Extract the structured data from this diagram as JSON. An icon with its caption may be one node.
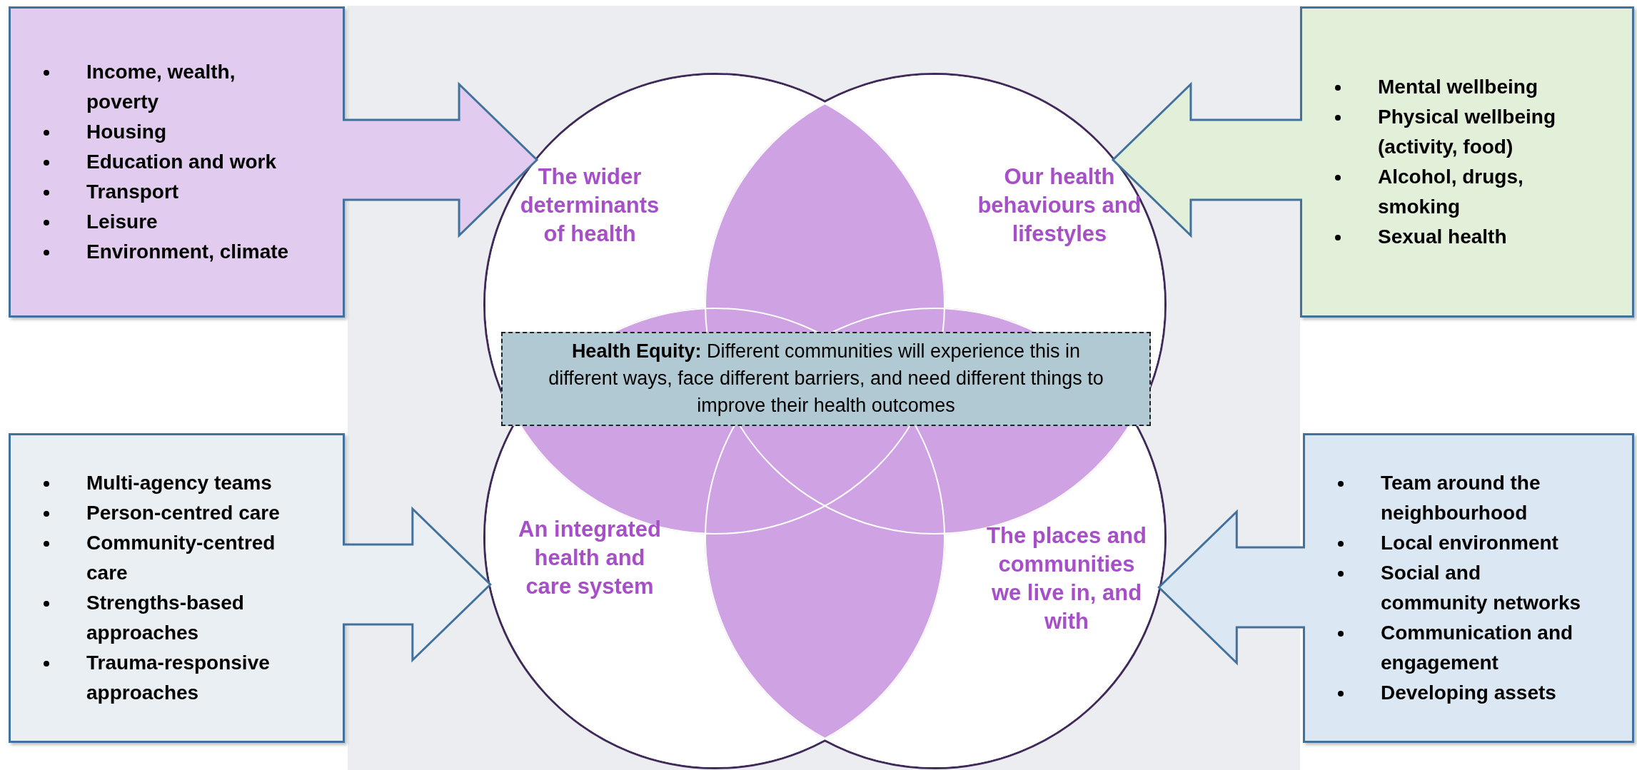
{
  "diagram": {
    "nodes": [
      {
        "text": [
          "Income, wealth, poverty",
          "Housing",
          "Education and work",
          "Transport",
          "Leisure",
          "Environment, climate"
        ]
      },
      {
        "text": [
          "The wider determinants of health"
        ]
      },
      {
        "text": [
          "Our health behaviours and lifestyles"
        ]
      },
      {
        "text": [
          "Mental wellbeing",
          "Physical wellbeing (activity, food)",
          "Alcohol, drugs, smoking",
          "Sexual health"
        ]
      },
      {
        "text": [
          "**Health Equity:** Different communities will experience this in different ways, face different barriers, and need different things to improve their health outcomes"
        ]
      },
      {
        "text": [
          "Multi-agency teams",
          "Person-centred care",
          "Community-centred care",
          "Strengths-based approaches",
          "Trauma-responsive approaches"
        ]
      },
      {
        "text": [
          "An integrated health and care system"
        ]
      },
      {
        "text": [
          "The places and communities we live in, and with"
        ]
      },
      {
        "text": [
          "Team around the neighbourhood",
          "Local environment",
          "Social and community networks",
          "Communication and engagement",
          "Developing assets"
        ]
      }
    ],
    "edges": [
      {
        "from": 0,
        "to": 1,
        "arrow": "to"
      },
      {
        "from": 3,
        "to": 2,
        "arrow": "to"
      },
      {
        "from": 5,
        "to": 6,
        "arrow": "to"
      },
      {
        "from": 8,
        "to": 7,
        "arrow": "to"
      }
    ]
  }
}
